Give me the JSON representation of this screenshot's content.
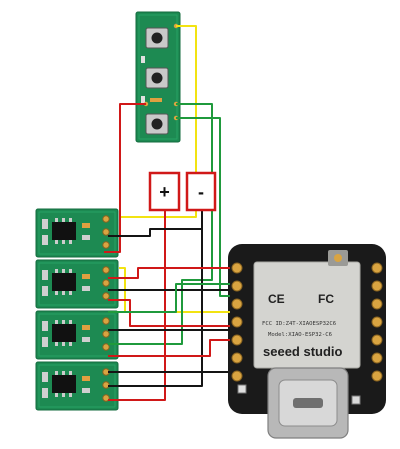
{
  "colors": {
    "board_green": "#1d8a52",
    "board_green_dark": "#136b3e",
    "board_edge": "#2aa86a",
    "esp_black": "#1a1a1a",
    "pad_gold": "#d9a441",
    "shield_silver": "#d4d4d0",
    "usb_silver": "#b8b8b8",
    "wire_red": "#d01818",
    "wire_black": "#141414",
    "wire_yellow": "#f2e311",
    "wire_green": "#1f9a3c",
    "label_red": "#d01818"
  },
  "power_labels": {
    "plus": "+",
    "minus": "-"
  },
  "esp_board": {
    "brand": "seeed studio",
    "model": "Model:XIAO-ESP32-C6",
    "fcc": "FCC ID:Z4T-XIAOESP32C6",
    "ce_mark": "CE",
    "fcc_mark": "FC"
  },
  "button_board": {
    "button_count": 3
  },
  "sensor_boards": {
    "count": 4
  }
}
